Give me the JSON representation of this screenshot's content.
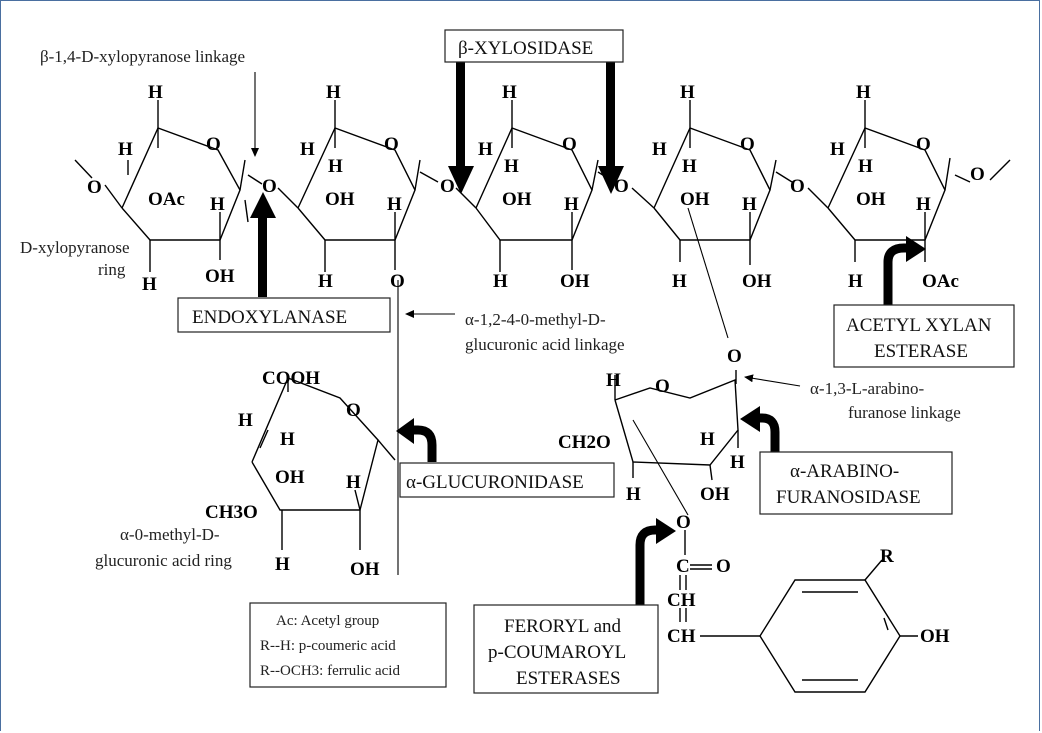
{
  "labels": {
    "xylopyranose_linkage": "β-1,4-D-xylopyranose linkage",
    "xylopyranose_ring_1": "D-xylopyranose",
    "xylopyranose_ring_2": "ring",
    "glucuronic_linkage_1": "α-1,2-4-0-methyl-D-",
    "glucuronic_linkage_2": "glucuronic acid linkage",
    "arabino_linkage_1": "α-1,3-L-arabino-",
    "arabino_linkage_2": "furanose linkage",
    "glucuronic_ring_1": "α-0-methyl-D-",
    "glucuronic_ring_2": "glucuronic acid ring"
  },
  "enzymes": {
    "beta_xylosidase": "β-XYLOSIDASE",
    "endoxylanase": "ENDOXYLANASE",
    "acetyl_xylan_esterase_1": "ACETYL XYLAN",
    "acetyl_xylan_esterase_2": "ESTERASE",
    "alpha_glucuronidase": "α-GLUCURONIDASE",
    "arabinofuranosidase_1": "α-ARABINO-",
    "arabinofuranosidase_2": "FURANOSIDASE",
    "feroryl_1": "FERORYL and",
    "feroryl_2": "p-COUMAROYL",
    "feroryl_3": "ESTERASES"
  },
  "legend": {
    "line1": "Ac: Acetyl group",
    "line2": "R--H: p-coumeric acid",
    "line3": "R--OCH3: ferrulic acid"
  },
  "atoms": {
    "H": "H",
    "O": "O",
    "OH": "OH",
    "OAc": "OAc",
    "COOH": "COOH",
    "CH3O": "CH3O",
    "CH2O": "CH2O",
    "C": "C",
    "CH": "CH",
    "R": "R"
  }
}
